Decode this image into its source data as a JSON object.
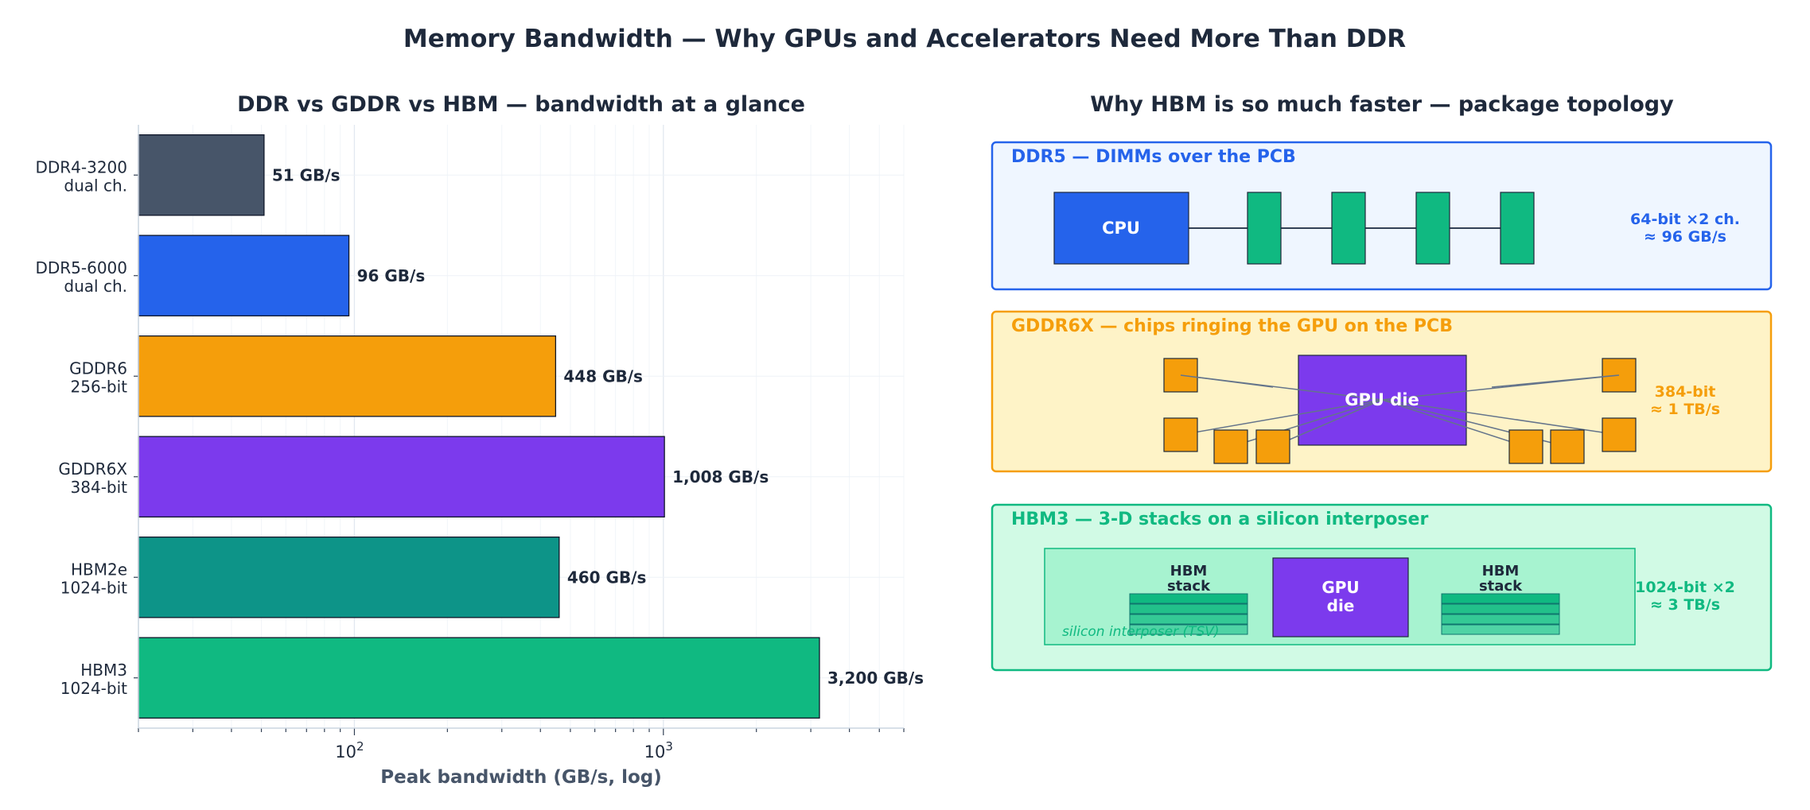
{
  "figure": {
    "title": "Memory Bandwidth — Why GPUs and Accelerators Need More Than DDR"
  },
  "chart_data": {
    "type": "bar",
    "orientation": "horizontal",
    "title": "DDR vs GDDR vs HBM — bandwidth at a glance",
    "xlabel": "Peak bandwidth (GB/s, log)",
    "ylabel": "",
    "xscale": "log",
    "xlim": [
      20,
      6000
    ],
    "grid": true,
    "categories": [
      "DDR4-3200\ndual ch.",
      "DDR5-6000\ndual ch.",
      "GDDR6\n256-bit",
      "GDDR6X\n384-bit",
      "HBM2e\n1024-bit",
      "HBM3\n1024-bit"
    ],
    "values": [
      51,
      96,
      448,
      1008,
      460,
      3200
    ],
    "value_labels": [
      "51 GB/s",
      "96 GB/s",
      "448 GB/s",
      "1,008 GB/s",
      "460 GB/s",
      "3,200 GB/s"
    ],
    "colors": [
      "#475569",
      "#2563eb",
      "#f59e0b",
      "#7c3aed",
      "#0d9488",
      "#10b981"
    ],
    "xticks": [
      {
        "value": 100,
        "label": "10",
        "exp": "2"
      },
      {
        "value": 1000,
        "label": "10",
        "exp": "3"
      }
    ]
  },
  "diagram": {
    "title": "Why HBM is so much faster — package topology",
    "ddr5": {
      "title": "DDR5 — DIMMs over the PCB",
      "cpu_label": "CPU",
      "bus_line1": "64-bit ×2 ch.",
      "bus_line2": "≈ 96 GB/s",
      "accent": "#2563eb",
      "dimm_color": "#10b981"
    },
    "gddr6x": {
      "title": "GDDR6X — chips ringing the GPU on the PCB",
      "gpu_label": "GPU die",
      "bus_line1": "384-bit",
      "bus_line2": "≈ 1 TB/s",
      "accent": "#f59e0b",
      "chip_color": "#f59e0b",
      "gpu_color": "#7c3aed"
    },
    "hbm3": {
      "title": "HBM3 — 3-D stacks on a silicon interposer",
      "left_stack_line1": "HBM",
      "left_stack_line2": "stack",
      "right_stack_line1": "HBM",
      "right_stack_line2": "stack",
      "gpu_line1": "GPU",
      "gpu_line2": "die",
      "interposer_label": "silicon interposer (TSV)",
      "bus_line1": "1024-bit ×2",
      "bus_line2": "≈ 3 TB/s",
      "accent": "#10b981",
      "gpu_color": "#7c3aed"
    }
  }
}
